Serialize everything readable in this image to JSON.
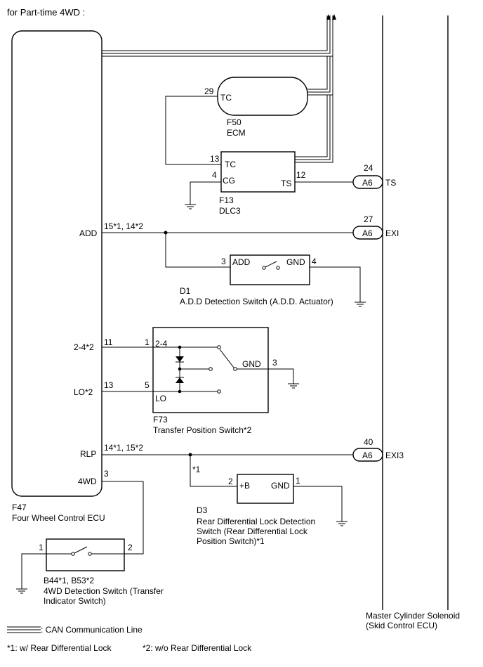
{
  "header": "for Part-time 4WD :",
  "ecu_main": {
    "id": "F47",
    "name": "Four Wheel Control ECU",
    "terminals": {
      "add": "ADD",
      "sw24": "2-4*2",
      "lo": "LO*2",
      "rlp": "RLP",
      "fwd": "4WD"
    }
  },
  "ecm": {
    "id": "F50",
    "name": "ECM",
    "pin": "29",
    "terminal": "TC"
  },
  "dlc3": {
    "id": "F13",
    "name": "DLC3",
    "pins": {
      "tc": "13",
      "cg": "4",
      "ts": "12"
    },
    "terminals": {
      "tc": "TC",
      "cg": "CG",
      "ts": "TS"
    }
  },
  "connectors": {
    "ts": {
      "pin": "24",
      "name": "A6",
      "signal": "TS"
    },
    "exi": {
      "pin": "27",
      "name": "A6",
      "signal": "EXI"
    },
    "exi3": {
      "pin": "40",
      "name": "A6",
      "signal": "EXI3"
    }
  },
  "wire_labels": {
    "add": "15*1, 14*2",
    "sw24": "11",
    "lo": "13",
    "rlp": "14*1, 15*2",
    "fwd": "3"
  },
  "add_switch": {
    "id": "D1",
    "name": "A.D.D Detection Switch (A.D.D. Actuator)",
    "pin_left": "3",
    "pin_right": "4",
    "term_left": "ADD",
    "term_right": "GND"
  },
  "transfer_switch": {
    "id": "F73",
    "name": "Transfer Position Switch*2",
    "pin_24": "1",
    "pin_lo": "5",
    "pin_gnd": "3",
    "term_24": "2-4",
    "term_lo": "LO",
    "term_gnd": "GND"
  },
  "rear_diff_switch": {
    "id": "D3",
    "name_lines": [
      "Rear Differential Lock Detection",
      "Switch (Rear Differential Lock",
      "Position Switch)*1"
    ],
    "pin_b": "2",
    "pin_gnd": "1",
    "term_b": "+B",
    "term_gnd": "GND",
    "branch_note": "*1"
  },
  "fwd_switch": {
    "id": "B44*1, B53*2",
    "name_lines": [
      "4WD Detection Switch (Transfer",
      "Indicator Switch)"
    ],
    "pin_left": "1",
    "pin_right": "2"
  },
  "skid_ecu": {
    "name_lines": [
      "Master Cylinder Solenoid",
      "(Skid Control ECU)"
    ]
  },
  "legend": {
    "can_line": ": CAN Communication Line",
    "note1": "*1: w/ Rear Differential Lock",
    "note2": "*2: w/o Rear Differential Lock"
  }
}
